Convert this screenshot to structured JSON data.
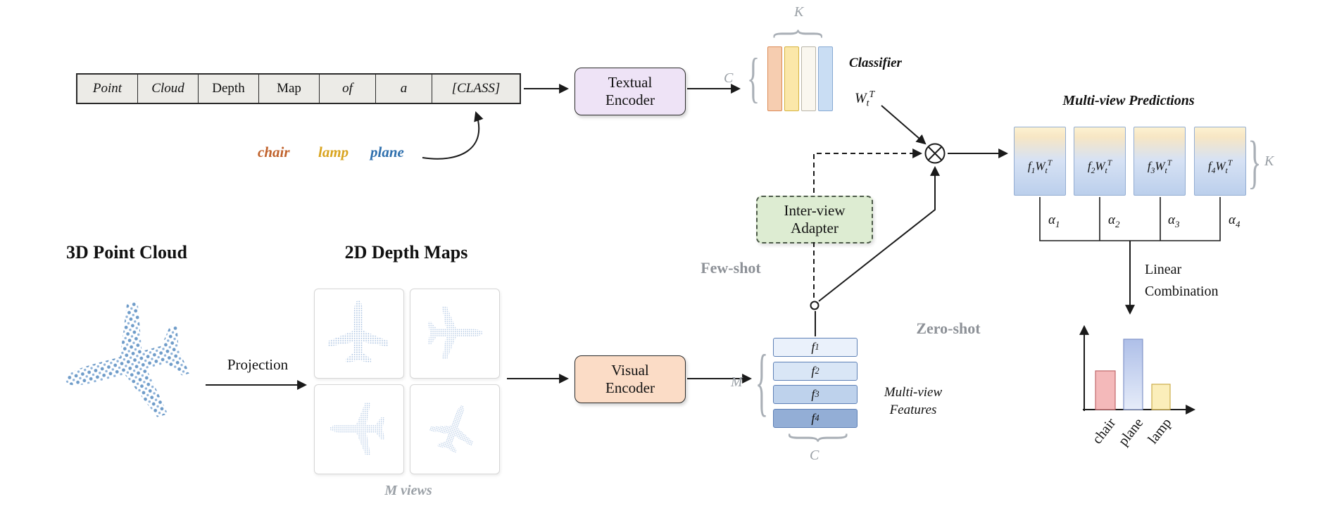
{
  "prompt_table": {
    "cells": [
      "Point",
      "Cloud",
      "Depth",
      "Map",
      "of",
      "a",
      "[CLASS]"
    ]
  },
  "class_words": {
    "items": [
      {
        "label": "chair",
        "color": "#c0622c"
      },
      {
        "label": "lamp",
        "color": "#d9a41f"
      },
      {
        "label": "plane",
        "color": "#2e6fad"
      }
    ]
  },
  "encoders": {
    "textual": "Textual\nEncoder",
    "visual": "Visual\nEncoder"
  },
  "classifier": {
    "title": "Classifier",
    "weight_base": "W",
    "weight_sub": "t",
    "weight_sup": "T",
    "k_label": "K",
    "c_label": "C"
  },
  "adapter": {
    "label": "Inter-view\nAdapter"
  },
  "branch_labels": {
    "few_shot": "Few-shot",
    "zero_shot": "Zero-shot"
  },
  "features": {
    "m_label": "M",
    "c_label": "C",
    "caption": "Multi-view\nFeatures",
    "rows": [
      {
        "base": "f",
        "sub": "1"
      },
      {
        "base": "f",
        "sub": "2"
      },
      {
        "base": "f",
        "sub": "3"
      },
      {
        "base": "f",
        "sub": "4"
      }
    ]
  },
  "predictions": {
    "title": "Multi-view Predictions",
    "k_label": "K",
    "boxes": [
      {
        "f": "f",
        "fsub": "1",
        "w": "W",
        "wsub": "t",
        "wsup": "T"
      },
      {
        "f": "f",
        "fsub": "2",
        "w": "W",
        "wsub": "t",
        "wsup": "T"
      },
      {
        "f": "f",
        "fsub": "3",
        "w": "W",
        "wsub": "t",
        "wsup": "T"
      },
      {
        "f": "f",
        "fsub": "4",
        "w": "W",
        "wsub": "t",
        "wsup": "T"
      }
    ],
    "alphas": [
      {
        "base": "α",
        "sub": "1"
      },
      {
        "base": "α",
        "sub": "2"
      },
      {
        "base": "α",
        "sub": "3"
      },
      {
        "base": "α",
        "sub": "4"
      }
    ]
  },
  "combination": {
    "line1": "Linear",
    "line2": "Combination"
  },
  "chart_data": {
    "type": "bar",
    "categories": [
      "chair",
      "plane",
      "lamp"
    ],
    "values": [
      0.55,
      1.0,
      0.36
    ],
    "title": "",
    "xlabel": "",
    "ylabel": ""
  },
  "pipeline": {
    "point_cloud_title": "3D Point Cloud",
    "depth_maps_title": "2D Depth Maps",
    "projection_label": "Projection",
    "m_views_label": "M views"
  },
  "icons": {
    "brace_left": "{",
    "brace_right": "}"
  },
  "colors": {
    "textual_encoder_fill": "#eee3f6",
    "visual_encoder_fill": "#fbdcc6",
    "adapter_fill": "#ddecd2",
    "chair_bar": "#f4b9ba",
    "plane_bar": "#b3c3ea",
    "lamp_bar": "#fbeeba",
    "chair_word": "#c0622c",
    "lamp_word": "#d9a41f",
    "plane_word": "#2e6fad"
  }
}
